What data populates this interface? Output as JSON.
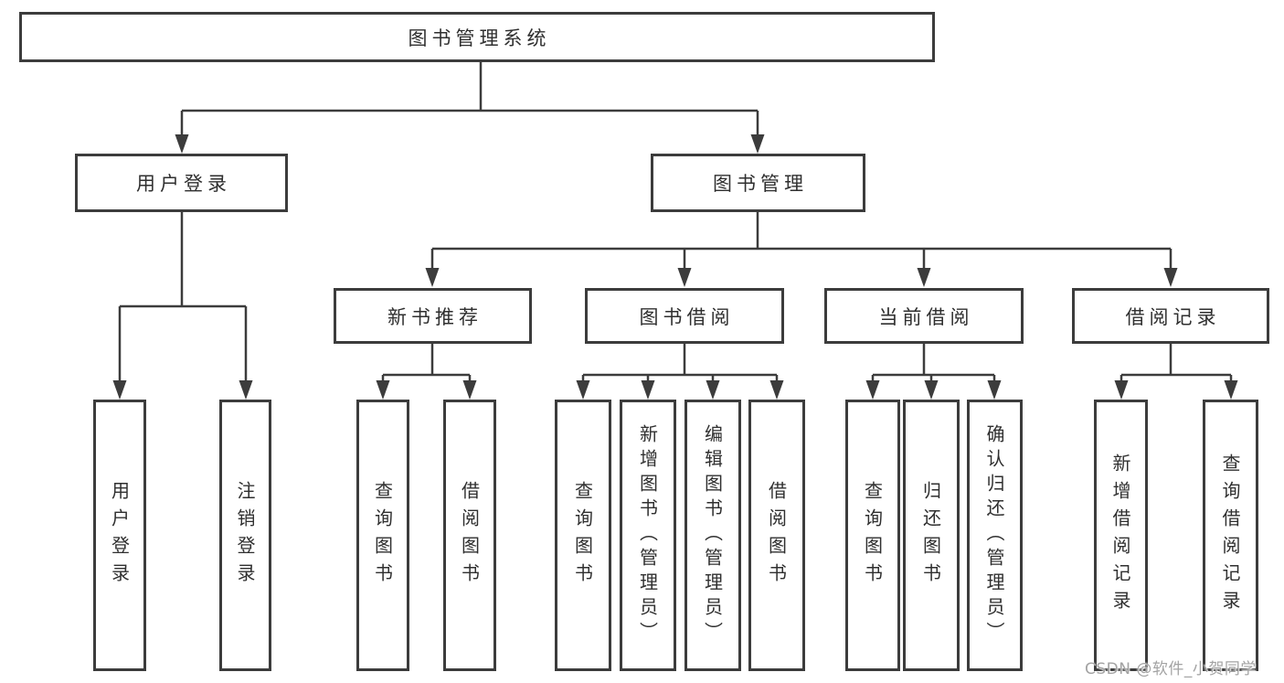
{
  "watermark": "CSDN @软件_小贺同学",
  "colors": {
    "line": "#3c3c3c",
    "text": "#2f2f2f",
    "watermark_text": "#a3a3a3",
    "background": "#ffffff"
  },
  "tree": {
    "label": "图书管理系统",
    "children": [
      {
        "label": "用户登录",
        "children": [
          {
            "label": "用户登录"
          },
          {
            "label": "注销登录"
          }
        ]
      },
      {
        "label": "图书管理",
        "children": [
          {
            "label": "新书推荐",
            "children": [
              {
                "label": "查询图书"
              },
              {
                "label": "借阅图书"
              }
            ]
          },
          {
            "label": "图书借阅",
            "children": [
              {
                "label": "查询图书"
              },
              {
                "label": "新增图书（管理员）"
              },
              {
                "label": "编辑图书（管理员）"
              },
              {
                "label": "借阅图书"
              }
            ]
          },
          {
            "label": "当前借阅",
            "children": [
              {
                "label": "查询图书"
              },
              {
                "label": "归还图书"
              },
              {
                "label": "确认归还（管理员）"
              }
            ]
          },
          {
            "label": "借阅记录",
            "children": [
              {
                "label": "新增借阅记录"
              },
              {
                "label": "查询借阅记录"
              }
            ]
          }
        ]
      }
    ]
  }
}
